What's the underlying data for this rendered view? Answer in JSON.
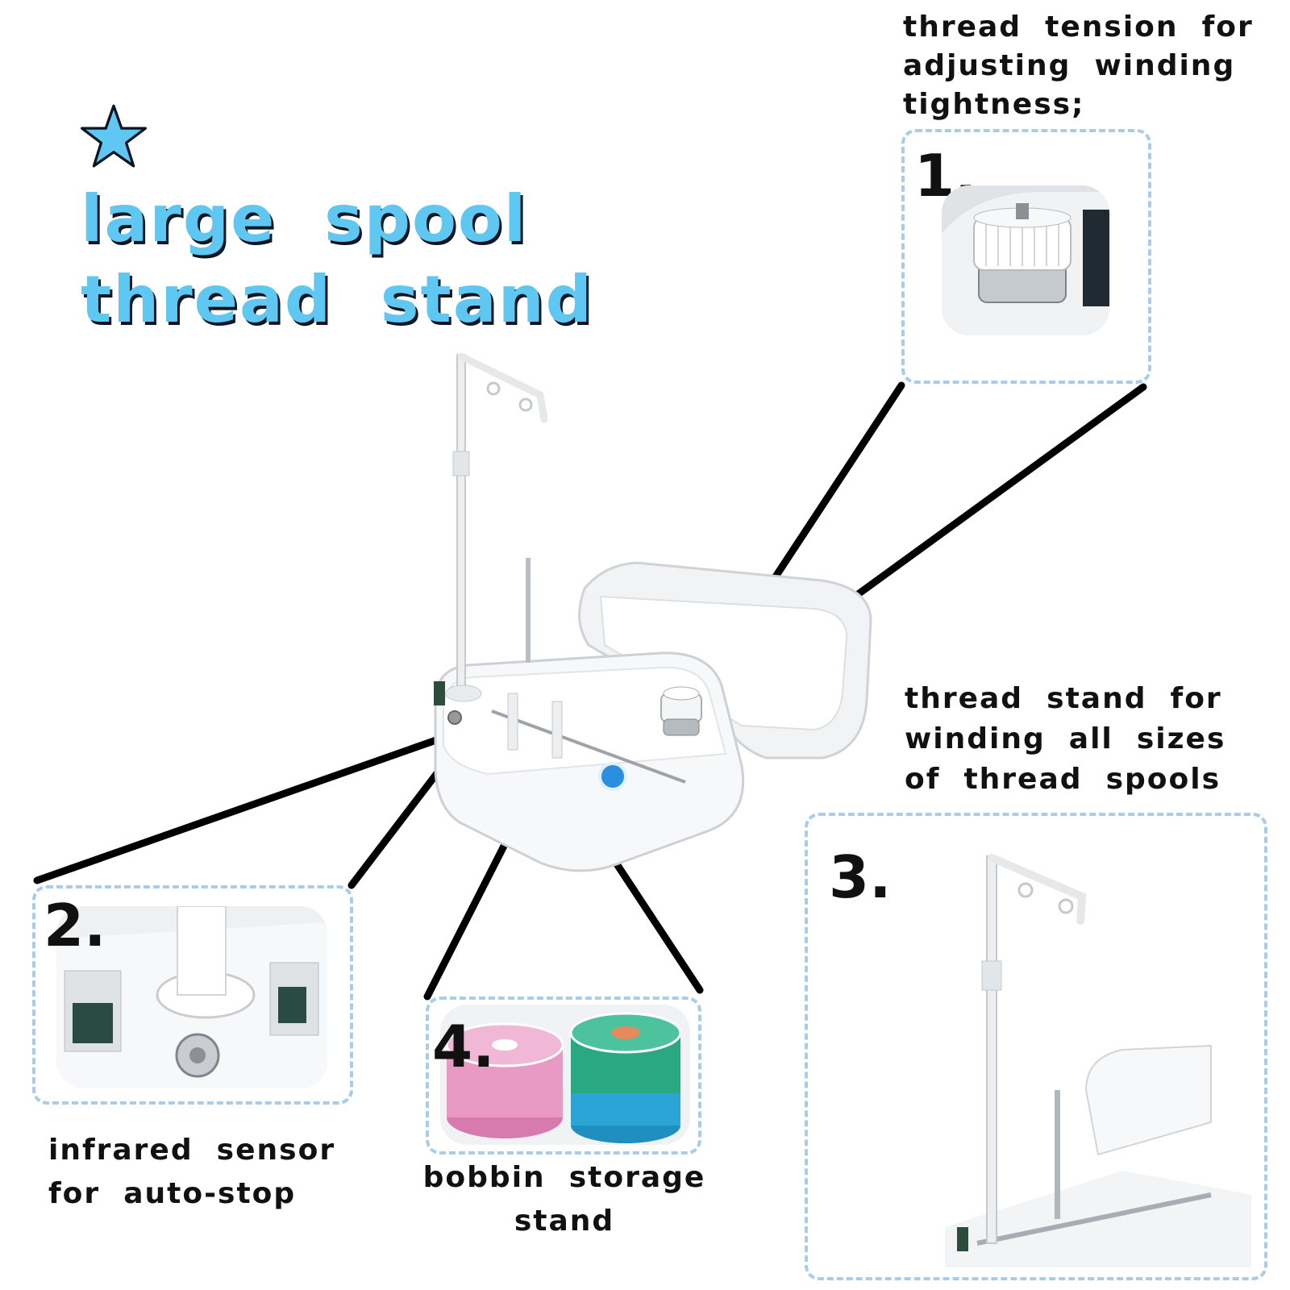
{
  "headline": {
    "line1": "large  spool",
    "line2": "thread  stand",
    "star_icon": "star-icon",
    "color": "#5ec7f2"
  },
  "callouts": {
    "tension": {
      "number": "1.",
      "lines": [
        "thread  tension  for",
        "adjusting  winding",
        "tightness;"
      ]
    },
    "sensor": {
      "number": "2.",
      "lines": [
        "infrared  sensor",
        "for  auto-stop"
      ]
    },
    "stand": {
      "number": "3.",
      "lines": [
        "thread  stand  for",
        "winding  all  sizes",
        "of  thread  spools"
      ]
    },
    "storage": {
      "number": "4.",
      "lines": [
        "bobbin  storage",
        "stand"
      ]
    }
  },
  "colors": {
    "dashed_border": "#a9cce8",
    "leader_line": "#000000",
    "button_blue": "#2a8fe0",
    "pink_bobbin": "#e89ac4",
    "green_bobbin": "#2aa882",
    "blue_bobbin": "#2ba5d6"
  }
}
